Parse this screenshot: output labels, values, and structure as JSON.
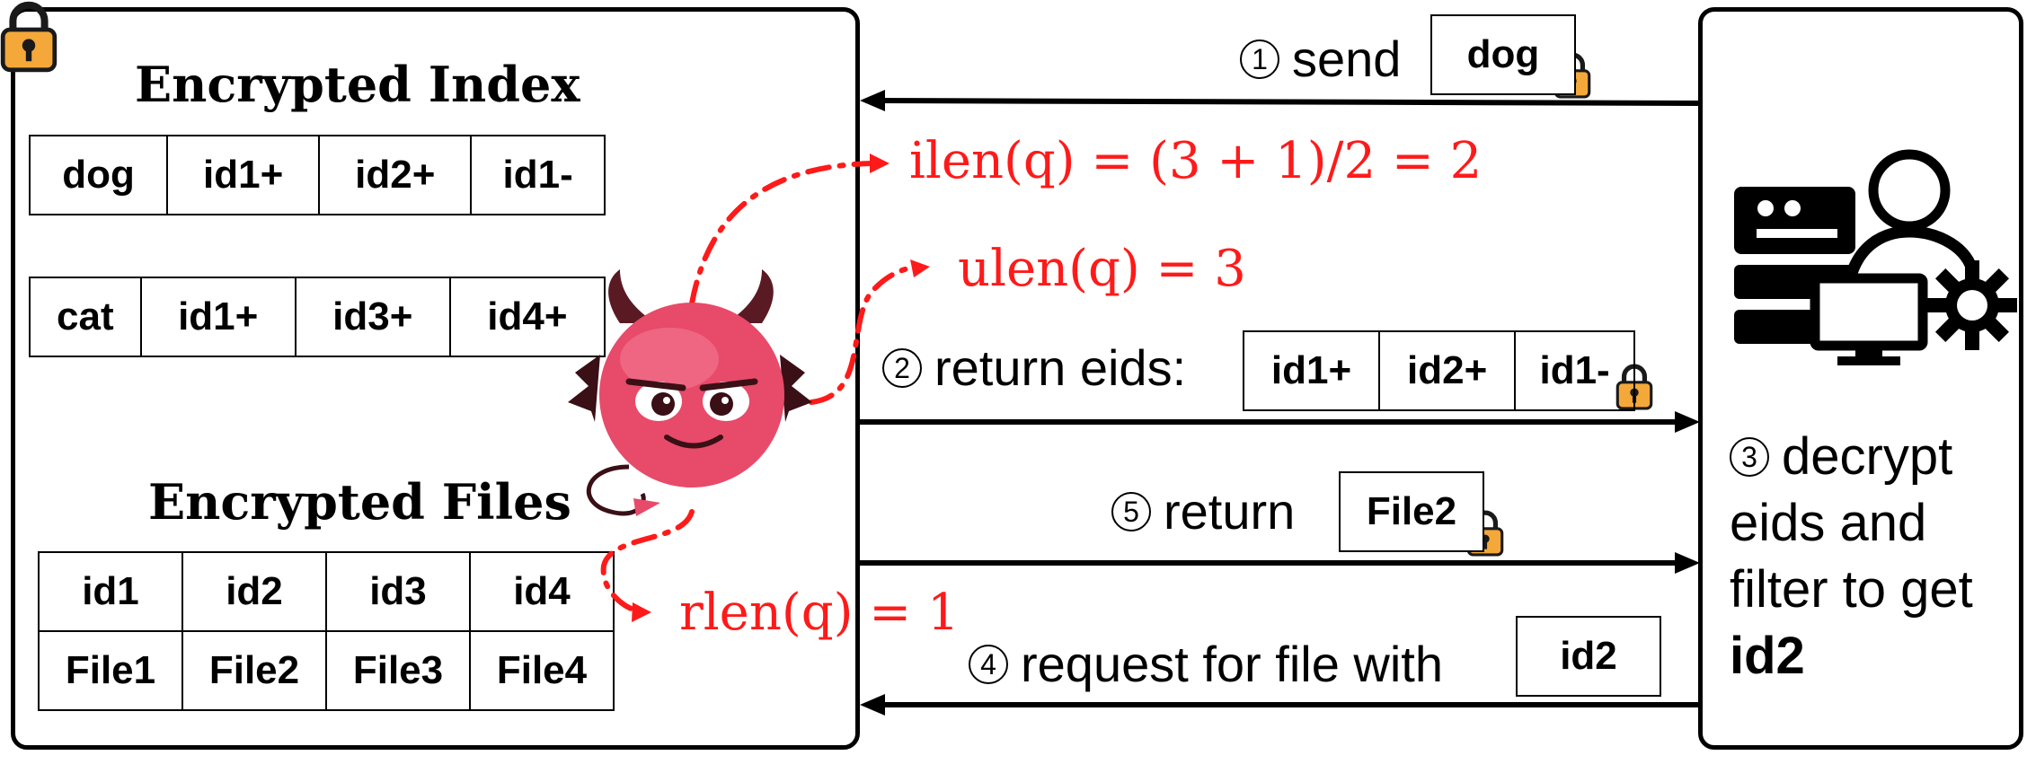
{
  "server": {
    "index_title": "Encrypted Index",
    "index_rows": [
      [
        "dog",
        "id1+",
        "id2+",
        "id1-"
      ],
      [
        "cat",
        "id1+",
        "id3+",
        "id4+"
      ]
    ],
    "files_title": "Encrypted Files",
    "files_rows": [
      [
        "id1",
        "id2",
        "id3",
        "id4"
      ],
      [
        "File1",
        "File2",
        "File3",
        "File4"
      ]
    ]
  },
  "messages": {
    "m1": {
      "step": "1",
      "label": "send",
      "box": "dog"
    },
    "m2": {
      "step": "2",
      "label": "return eids:",
      "boxes": [
        "id1+",
        "id2+",
        "id1-"
      ]
    },
    "m5": {
      "step": "5",
      "label": "return",
      "box": "File2"
    },
    "m4": {
      "step": "4",
      "label": "request for file with",
      "box": "id2"
    }
  },
  "leakage": {
    "ilen": "ilen(q) = (3 + 1)/2 = 2",
    "ulen": "ulen(q) = 3",
    "rlen": "rlen(q) = 1"
  },
  "client": {
    "step": "3",
    "line1": "decrypt",
    "line2": "eids and",
    "line3": "filter to get",
    "line4": "id2"
  },
  "colors": {
    "leak": "#ff1a1a",
    "lock_body": "#f4a83a",
    "devil": "#e84a6a"
  },
  "icons": [
    "lock-icon",
    "devil-icon",
    "server-user-gear-icon"
  ]
}
